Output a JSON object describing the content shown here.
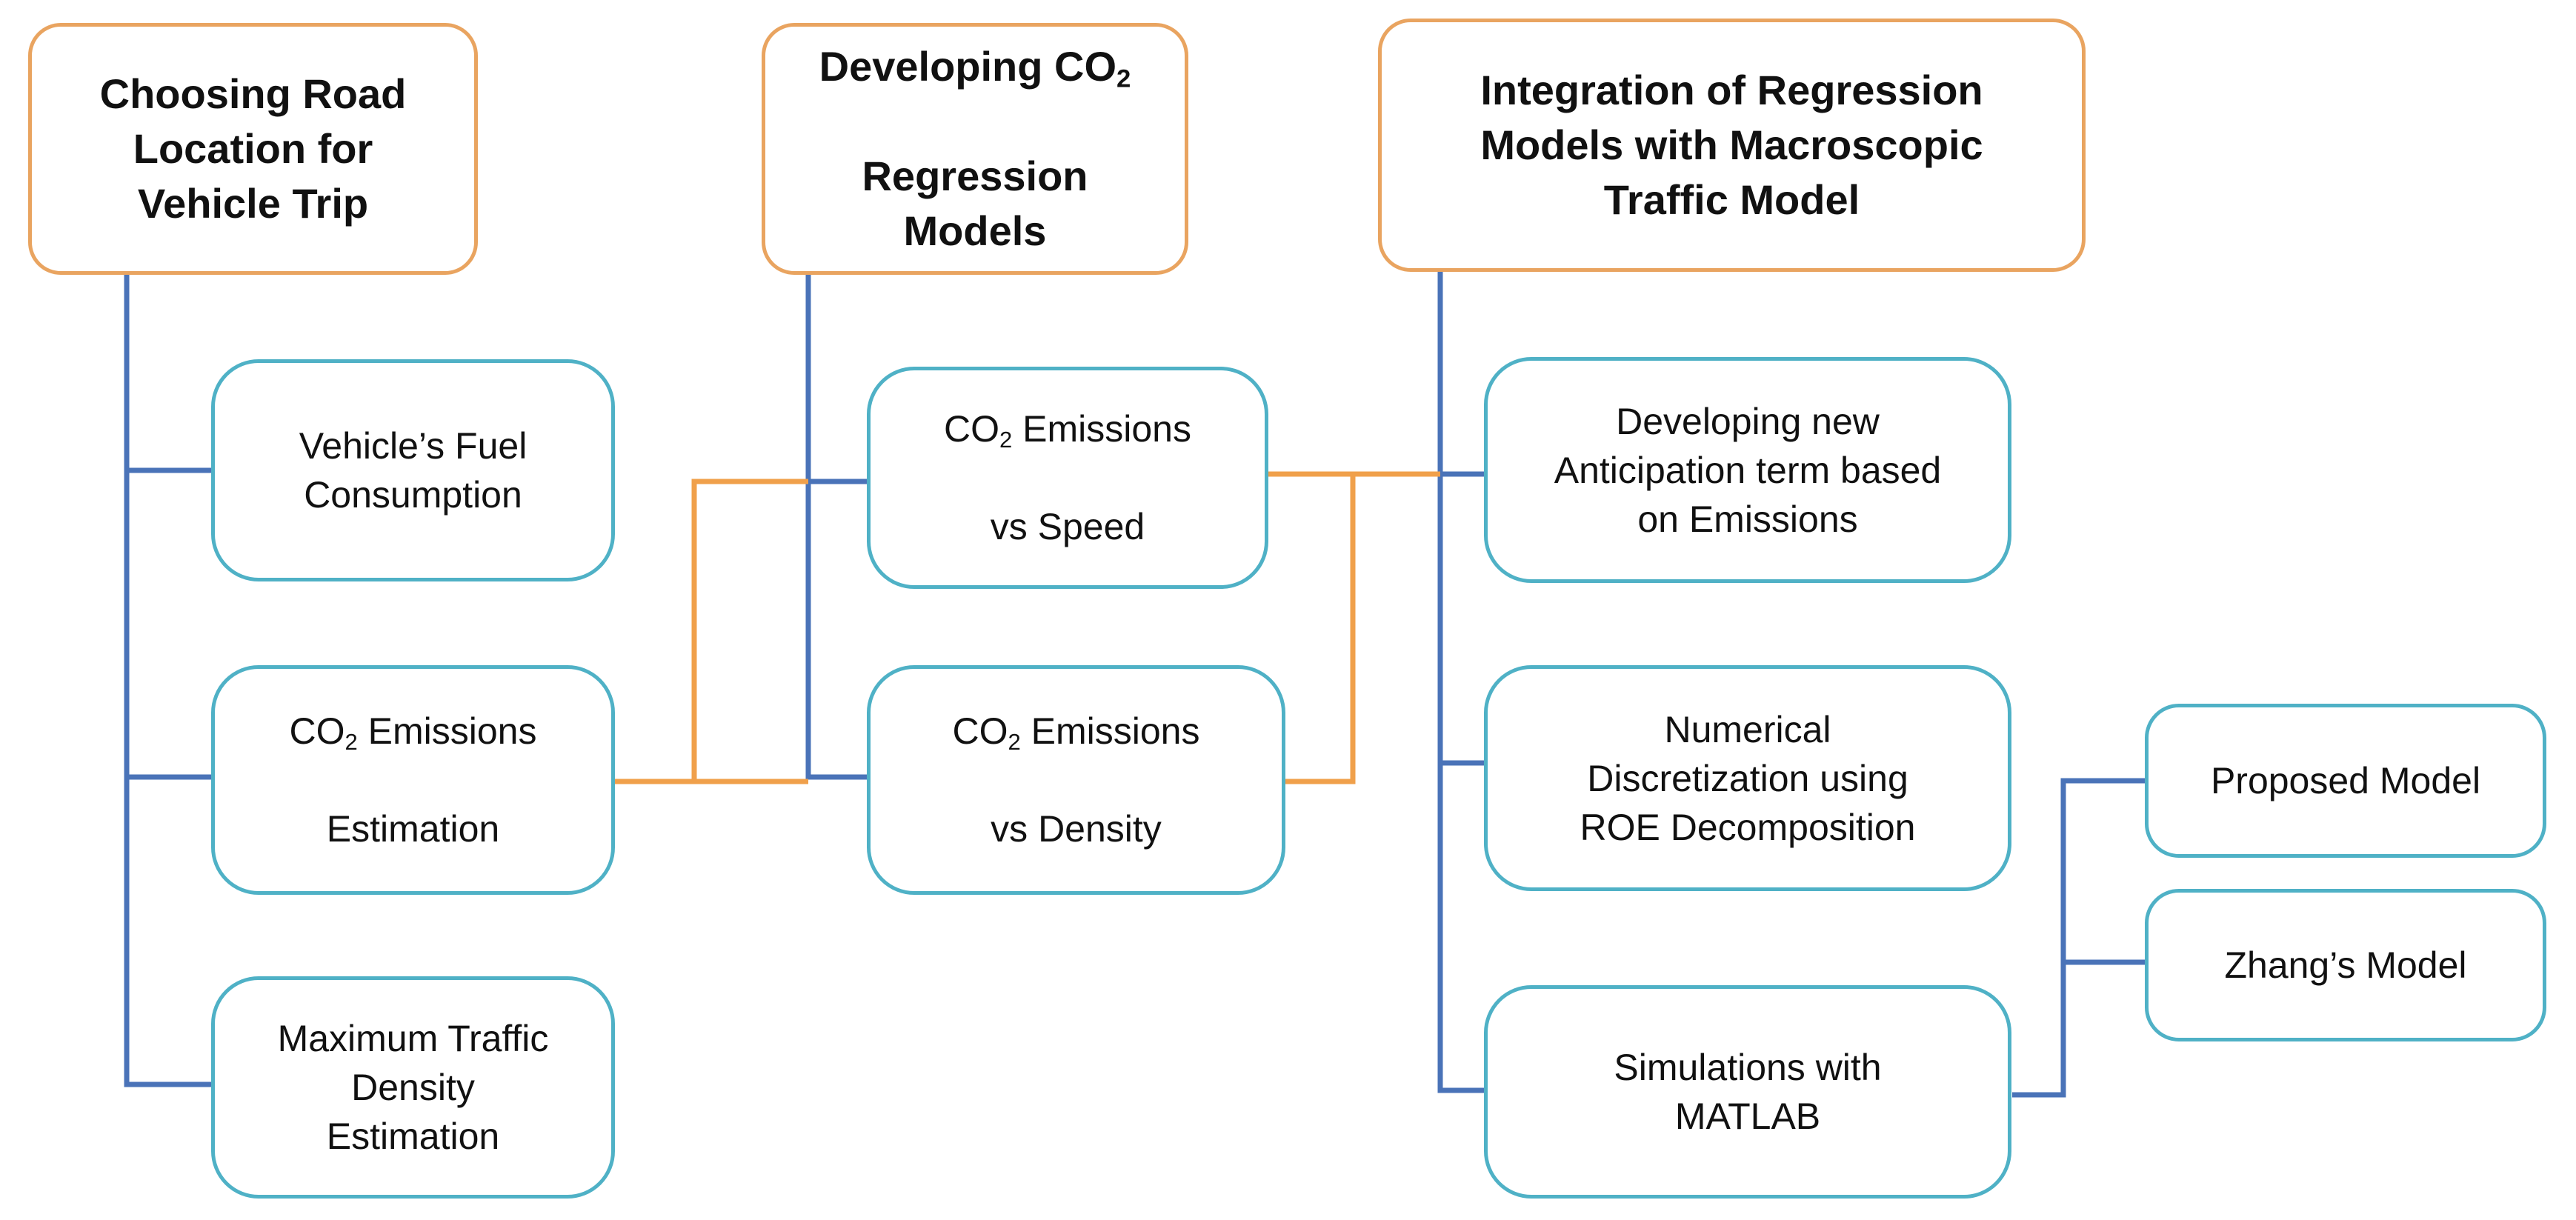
{
  "colors": {
    "header_border": "#e9a460",
    "sub_border": "#4fb1c6",
    "blue_connector": "#4a73b8",
    "orange_connector": "#f0a04b"
  },
  "columns": {
    "road": {
      "title": "Choosing Road\nLocation for\nVehicle Trip",
      "items": {
        "fuel": "Vehicle’s Fuel\nConsumption",
        "co2_estimation": {
          "co2": "CO",
          "sub": "2",
          "rest": " Emissions",
          "line2": "Estimation"
        },
        "density": "Maximum Traffic\nDensity\nEstimation"
      }
    },
    "regression": {
      "title": {
        "co2": "Developing CO",
        "sub": "2",
        "line2": "Regression\nModels"
      },
      "items": {
        "speed": {
          "co2": "CO",
          "sub": "2",
          "rest": " Emissions",
          "line2": "vs Speed"
        },
        "vs_density": {
          "co2": "CO",
          "sub": "2",
          "rest": " Emissions",
          "line2": "vs Density"
        }
      }
    },
    "integration": {
      "title": "Integration of Regression\nModels with Macroscopic\nTraffic Model",
      "items": {
        "anticipation": "Developing new\nAnticipation term based\non Emissions",
        "numerical": "Numerical\nDiscretization using\nROE Decomposition",
        "simulations": "Simulations with\nMATLAB"
      }
    },
    "models": {
      "proposed": "Proposed Model",
      "zhang": "Zhang’s Model"
    }
  }
}
